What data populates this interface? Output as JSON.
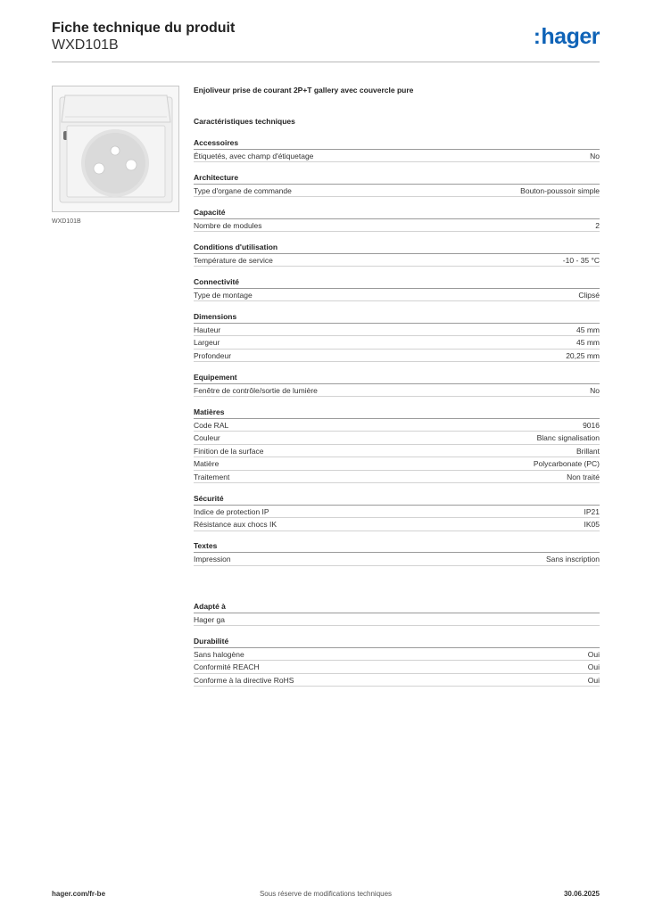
{
  "header": {
    "title": "Fiche technique du produit",
    "reference": "WXD101B",
    "logo_dots": ":",
    "logo_text": "hager"
  },
  "image": {
    "caption": "WXD101B",
    "icon": "socket-cover-image"
  },
  "product": {
    "description": "Enjoliveur prise de courant 2P+T gallery avec couvercle pure",
    "tech_title": "Caractéristiques techniques"
  },
  "sections": [
    {
      "title": "Accessoires",
      "rows": [
        {
          "k": "Étiquetés, avec champ d'étiquetage",
          "v": "No"
        }
      ]
    },
    {
      "title": "Architecture",
      "rows": [
        {
          "k": "Type d'organe de commande",
          "v": "Bouton-poussoir simple"
        }
      ]
    },
    {
      "title": "Capacité",
      "rows": [
        {
          "k": "Nombre de modules",
          "v": "2"
        }
      ]
    },
    {
      "title": "Conditions d'utilisation",
      "rows": [
        {
          "k": "Température de service",
          "v": "-10 - 35 °C"
        }
      ]
    },
    {
      "title": "Connectivité",
      "rows": [
        {
          "k": "Type de montage",
          "v": "Clipsé"
        }
      ]
    },
    {
      "title": "Dimensions",
      "rows": [
        {
          "k": "Hauteur",
          "v": "45 mm"
        },
        {
          "k": "Largeur",
          "v": "45 mm"
        },
        {
          "k": "Profondeur",
          "v": "20,25 mm"
        }
      ]
    },
    {
      "title": "Equipement",
      "rows": [
        {
          "k": "Fenêtre de contrôle/sortie de lumière",
          "v": "No"
        }
      ]
    },
    {
      "title": "Matières",
      "rows": [
        {
          "k": "Code RAL",
          "v": "9016"
        },
        {
          "k": "Couleur",
          "v": "Blanc signalisation"
        },
        {
          "k": "Finition de la surface",
          "v": "Brillant"
        },
        {
          "k": "Matière",
          "v": "Polycarbonate (PC)"
        },
        {
          "k": "Traitement",
          "v": "Non traité"
        }
      ]
    },
    {
      "title": "Sécurité",
      "rows": [
        {
          "k": "Indice de protection IP",
          "v": "IP21"
        },
        {
          "k": "Résistance aux chocs IK",
          "v": "IK05"
        }
      ]
    },
    {
      "title": "Textes",
      "rows": [
        {
          "k": "Impression",
          "v": "Sans inscription"
        }
      ]
    },
    {
      "title": "Adapté à",
      "rows": [
        {
          "k": "Hager ga",
          "v": ""
        }
      ]
    },
    {
      "title": "Durabilité",
      "rows": [
        {
          "k": "Sans halogène",
          "v": "Oui"
        },
        {
          "k": "Conformité REACH",
          "v": "Oui"
        },
        {
          "k": "Conforme à la directive RoHS",
          "v": "Oui"
        }
      ]
    }
  ],
  "footer": {
    "website": "hager.com/fr-be",
    "disclaimer": "Sous réserve de modifications techniques",
    "date": "30.06.2025"
  },
  "colors": {
    "brand": "#0f63b7"
  }
}
